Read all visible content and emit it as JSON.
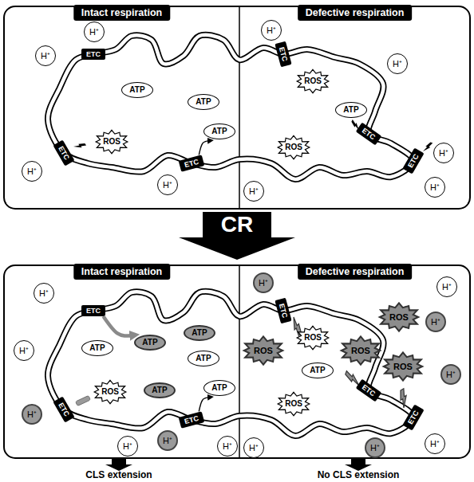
{
  "diagram": {
    "nodes": [
      {
        "text": [
          "Intact respiration"
        ]
      },
      {
        "text": [
          "H⁺"
        ],
        "in": 0
      },
      {
        "text": [
          "H⁺"
        ],
        "in": 0
      },
      {
        "text": [
          "H⁺"
        ],
        "in": 0
      },
      {
        "text": [
          "H⁺"
        ],
        "in": 0
      },
      {
        "text": [
          "ETC"
        ],
        "in": 0
      },
      {
        "text": [
          "ETC"
        ],
        "in": 0
      },
      {
        "text": [
          "ETC"
        ],
        "in": 0
      },
      {
        "text": [
          "ATP"
        ],
        "in": 0
      },
      {
        "text": [
          "ATP"
        ],
        "in": 0
      },
      {
        "text": [
          "ATP"
        ],
        "in": 0
      },
      {
        "text": [
          "ROS"
        ],
        "in": 0
      },
      {
        "text": [
          "Defective respiration"
        ]
      },
      {
        "text": [
          "H⁺"
        ],
        "in": 12
      },
      {
        "text": [
          "H⁺"
        ],
        "in": 12
      },
      {
        "text": [
          "H⁺"
        ],
        "in": 12
      },
      {
        "text": [
          "H⁺"
        ],
        "in": 12
      },
      {
        "text": [
          "H⁺"
        ],
        "in": 12
      },
      {
        "text": [
          "ETC"
        ],
        "in": 12
      },
      {
        "text": [
          "ETC"
        ],
        "in": 12
      },
      {
        "text": [
          "ETC"
        ],
        "in": 12
      },
      {
        "text": [
          "ROS"
        ],
        "in": 12
      },
      {
        "text": [
          "ATP"
        ],
        "in": 12
      },
      {
        "text": [
          "ROS"
        ],
        "in": 12
      },
      {
        "text": [
          "CR"
        ]
      },
      {
        "text": [
          "Intact respiration"
        ]
      },
      {
        "text": [
          "H⁺"
        ],
        "in": 25
      },
      {
        "text": [
          "H⁺"
        ],
        "in": 25
      },
      {
        "text": [
          "H⁺"
        ],
        "in": 25
      },
      {
        "text": [
          "H⁺"
        ],
        "in": 25
      },
      {
        "text": [
          "H⁺"
        ],
        "in": 25
      },
      {
        "text": [
          "H⁺"
        ],
        "in": 25
      },
      {
        "text": [
          "ETC"
        ],
        "in": 25
      },
      {
        "text": [
          "ETC"
        ],
        "in": 25
      },
      {
        "text": [
          "ETC"
        ],
        "in": 25
      },
      {
        "text": [
          "ATP"
        ],
        "in": 25
      },
      {
        "text": [
          "ATP"
        ],
        "in": 25
      },
      {
        "text": [
          "ATP"
        ],
        "in": 25
      },
      {
        "text": [
          "ATP"
        ],
        "in": 25
      },
      {
        "text": [
          "ATP"
        ],
        "in": 25
      },
      {
        "text": [
          "ATP"
        ],
        "in": 25
      },
      {
        "text": [
          "ROS"
        ],
        "in": 25
      },
      {
        "text": [
          "Defective respiration"
        ]
      },
      {
        "text": [
          "H⁺"
        ],
        "in": 42
      },
      {
        "text": [
          "H⁺"
        ],
        "in": 42
      },
      {
        "text": [
          "H⁺"
        ],
        "in": 42
      },
      {
        "text": [
          "H⁺"
        ],
        "in": 42
      },
      {
        "text": [
          "H⁺"
        ],
        "in": 42
      },
      {
        "text": [
          "H⁺"
        ],
        "in": 42
      },
      {
        "text": [
          "H⁺"
        ],
        "in": 42
      },
      {
        "text": [
          "ETC"
        ],
        "in": 42
      },
      {
        "text": [
          "ETC"
        ],
        "in": 42
      },
      {
        "text": [
          "ETC"
        ],
        "in": 42
      },
      {
        "text": [
          "ROS"
        ],
        "in": 42
      },
      {
        "text": [
          "ROS"
        ],
        "in": 42
      },
      {
        "text": [
          "ATP"
        ],
        "in": 42
      },
      {
        "text": [
          "ROS"
        ],
        "in": 42
      },
      {
        "text": [
          "ROS"
        ],
        "in": 42
      },
      {
        "text": [
          "ROS"
        ],
        "in": 42
      },
      {
        "text": [
          "ROS"
        ],
        "in": 42
      }
    ],
    "edges": [
      {
        "from": 7,
        "to": 10,
        "arrow": "to"
      },
      {
        "from": 32,
        "to": 36,
        "arrow": "to"
      },
      {
        "from": 34,
        "to": 40,
        "arrow": "to"
      }
    ],
    "labels": [
      "CLS extension",
      "No CLS extension"
    ]
  }
}
